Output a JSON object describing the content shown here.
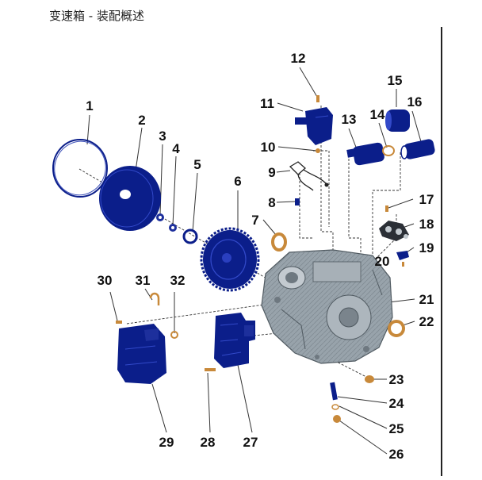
{
  "title": "变速箱 - 装配概述",
  "colors": {
    "part_blue": "#0b1e8a",
    "seal_tan": "#c8893a",
    "housing_gray": "#8f9aa3",
    "leader": "#333333"
  },
  "callouts": [
    "1",
    "2",
    "3",
    "4",
    "5",
    "6",
    "7",
    "8",
    "9",
    "10",
    "11",
    "12",
    "13",
    "14",
    "15",
    "16",
    "17",
    "18",
    "19",
    "20",
    "21",
    "22",
    "23",
    "24",
    "25",
    "26",
    "27",
    "28",
    "29",
    "30",
    "31",
    "32"
  ]
}
